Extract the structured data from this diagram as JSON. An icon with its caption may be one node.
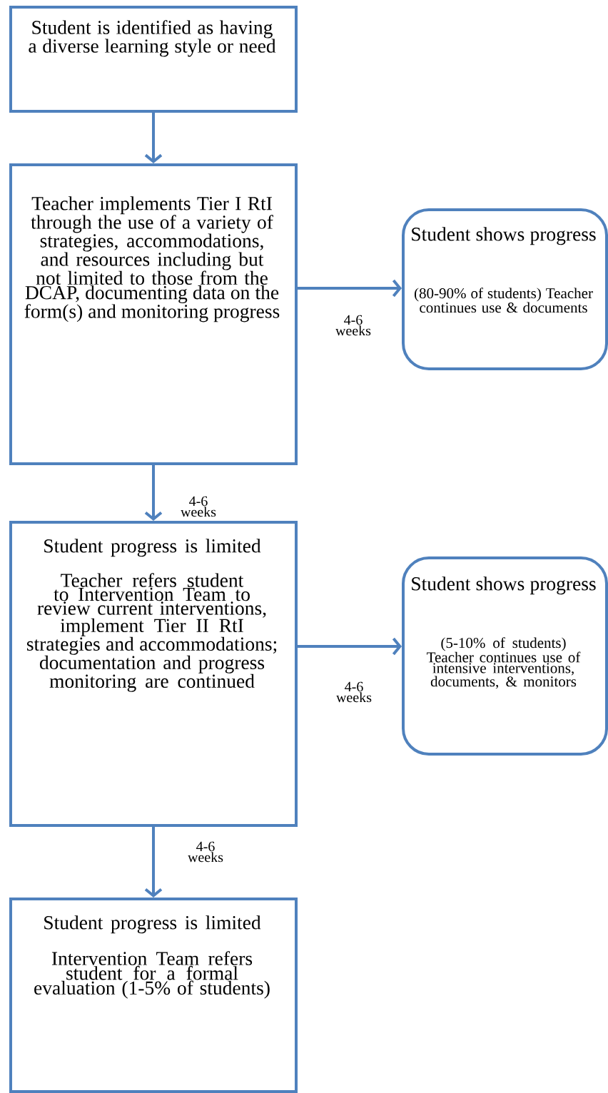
{
  "diagram": {
    "nodes": [
      {
        "text": [
          "Student is identified as having a diverse learning style or need"
        ]
      },
      {
        "text": [
          "Teacher implements Tier I RtI through the use of a variety of strategies, accommodations, and resources including but not limited to those from the DCAP, documenting data on the form(s) and monitoring progress"
        ]
      },
      {
        "text": [
          "Student shows progress",
          "(80-90% of students) Teacher continues use & documents"
        ]
      },
      {
        "text": [
          "Student progress is limited",
          "Teacher refers student to Intervention Team to review current interventions, implement Tier II RtI strategies and accommodations; documentation and progress monitoring are continued"
        ]
      },
      {
        "text": [
          "Student shows progress",
          "(5-10% of students) Teacher continues use of intensive interventions, documents, & monitors"
        ]
      },
      {
        "text": [
          "Student progress is limited",
          "Intervention Team refers student for a formal evaluation (1-5% of students)"
        ]
      }
    ],
    "edges": [
      {
        "from": 0,
        "to": 1,
        "arrow": "to"
      },
      {
        "from": 1,
        "to": 2,
        "arrow": "to",
        "label": "4-6 weeks"
      },
      {
        "from": 1,
        "to": 3,
        "arrow": "to",
        "label": "4-6 weeks"
      },
      {
        "from": 3,
        "to": 4,
        "arrow": "to",
        "label": "4-6 weeks"
      },
      {
        "from": 3,
        "to": 5,
        "arrow": "to",
        "label": "4-6 weeks"
      }
    ]
  }
}
